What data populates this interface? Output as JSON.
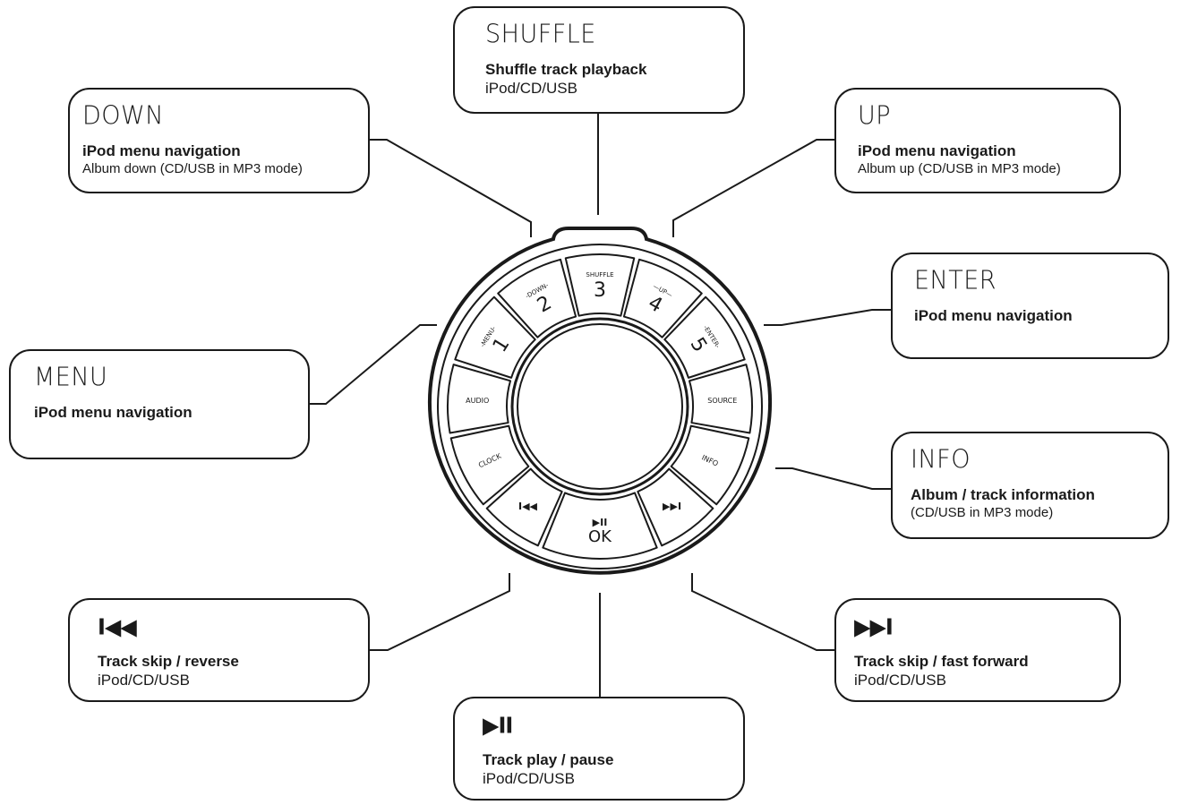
{
  "callouts": {
    "shuffle": {
      "title": "SHUFFLE",
      "heading": "Shuffle track playback",
      "sub": "iPod/CD/USB"
    },
    "down": {
      "title": "DOWN",
      "heading": "iPod menu navigation",
      "sub": "Album down (CD/USB in MP3 mode)"
    },
    "up": {
      "title": "UP",
      "heading": "iPod menu navigation",
      "sub": "Album up (CD/USB in MP3 mode)"
    },
    "enter": {
      "title": "ENTER",
      "heading": "iPod menu navigation"
    },
    "menu": {
      "title": "MENU",
      "heading": "iPod menu navigation"
    },
    "info": {
      "title": "INFO",
      "heading": "Album / track information",
      "sub": "(CD/USB in MP3 mode)"
    },
    "prev": {
      "title": "I◀◀",
      "heading": "Track skip / reverse",
      "sub": "iPod/CD/USB"
    },
    "next": {
      "title": "▶▶I",
      "heading": "Track skip / fast forward",
      "sub": "iPod/CD/USB"
    },
    "play": {
      "title": "▶II",
      "heading": "Track play / pause",
      "sub": "iPod/CD/USB"
    }
  },
  "remote": {
    "buttons": {
      "menu": {
        "caption": "-MENU-",
        "digit": "1"
      },
      "down": {
        "caption": "-DOWN-",
        "digit": "2"
      },
      "shuffle": {
        "caption": "SHUFFLE",
        "digit": "3"
      },
      "up": {
        "caption": "—UP—",
        "digit": "4"
      },
      "enter": {
        "caption": "-ENTER-",
        "digit": "5"
      },
      "audio": {
        "caption": "AUDIO"
      },
      "source": {
        "caption": "SOURCE"
      },
      "clock": {
        "caption": "CLOCK"
      },
      "info": {
        "caption": "INFO"
      },
      "prev": {
        "caption": "I◀◀"
      },
      "next": {
        "caption": "▶▶I"
      },
      "ok": {
        "symbol": "▶II",
        "caption": "OK"
      }
    }
  },
  "colors": {
    "ink": "#1a1a1a",
    "background": "#ffffff"
  }
}
